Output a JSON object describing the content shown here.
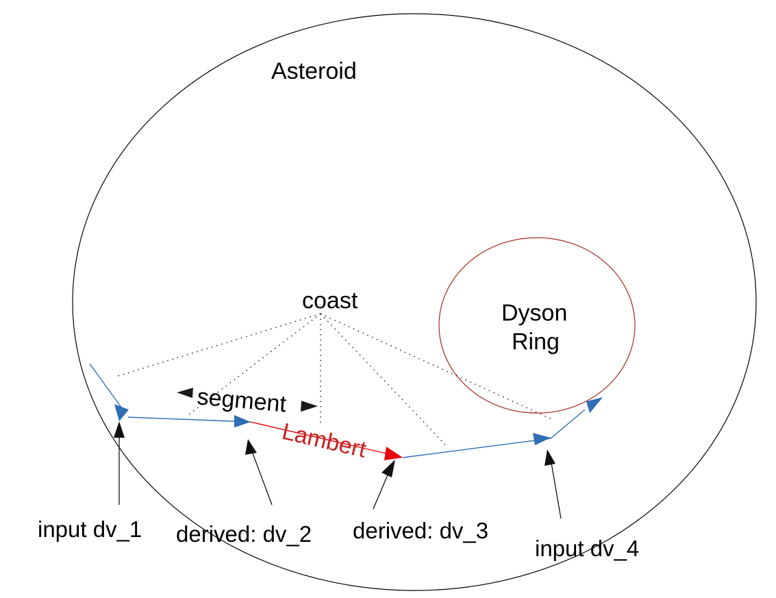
{
  "labels": {
    "asteroid": "Asteroid",
    "dyson_line1": "Dyson",
    "dyson_line2": "Ring",
    "coast": "coast",
    "segment": "segment",
    "lambert": "Lambert",
    "input_dv1": "input dv_1",
    "derived_dv2": "derived: dv_2",
    "derived_dv3": "derived: dv_3",
    "input_dv4": "input dv_4"
  },
  "colors": {
    "orbit_asteroid": "#000000",
    "orbit_dyson": "#a52a1a",
    "trajectory": "#2f6db5",
    "lambert": "#e8000b",
    "lambert_text": "#c9211e",
    "pointer": "#000000",
    "coast_lines": "#000000"
  }
}
